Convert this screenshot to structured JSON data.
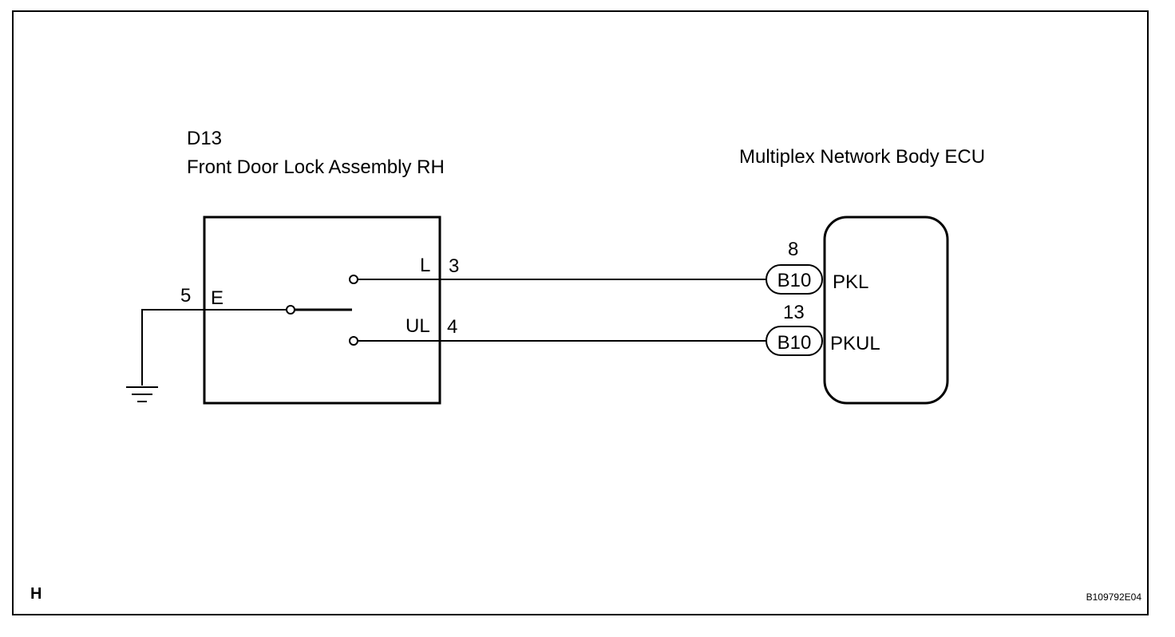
{
  "diagram": {
    "left_component": {
      "code": "D13",
      "name": "Front Door Lock Assembly RH",
      "terminals": {
        "e_pin": "5",
        "e_name": "E",
        "l_pin": "3",
        "l_name": "L",
        "ul_pin": "4",
        "ul_name": "UL"
      }
    },
    "right_component": {
      "name": "Multiplex Network Body ECU",
      "pins": [
        {
          "number": "8",
          "connector": "B10",
          "signal": "PKL"
        },
        {
          "number": "13",
          "connector": "B10",
          "signal": "PKUL"
        }
      ]
    },
    "corner_letter": "H",
    "figure_id": "B109792E04"
  }
}
